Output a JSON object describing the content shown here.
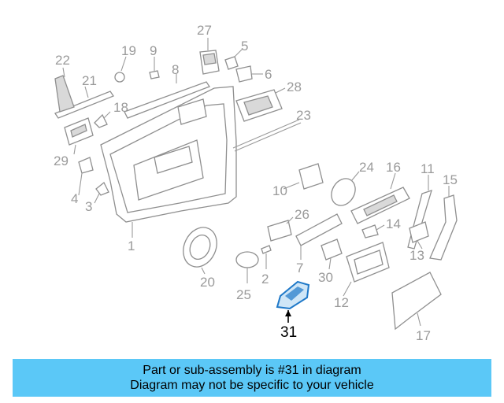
{
  "diagram": {
    "callouts": {
      "c1": "1",
      "c2": "2",
      "c3": "3",
      "c4": "4",
      "c5": "5",
      "c6": "6",
      "c7": "7",
      "c8": "8",
      "c9": "9",
      "c10": "10",
      "c11": "11",
      "c12": "12",
      "c13": "13",
      "c14": "14",
      "c15": "15",
      "c16": "16",
      "c17": "17",
      "c18": "18",
      "c19": "19",
      "c20": "20",
      "c21": "21",
      "c22": "22",
      "c23": "23",
      "c24": "24",
      "c25": "25",
      "c26": "26",
      "c27": "27",
      "c28": "28",
      "c29": "29",
      "c30": "30",
      "c31": "31"
    },
    "highlight_part": "31",
    "highlight_color": "#1e78c8",
    "line_color": "#9a9a9a"
  },
  "banner": {
    "line1": "Part or sub-assembly is #31 in diagram",
    "line2": "Diagram may not be specific to your vehicle",
    "background": "#5bc8f7"
  }
}
